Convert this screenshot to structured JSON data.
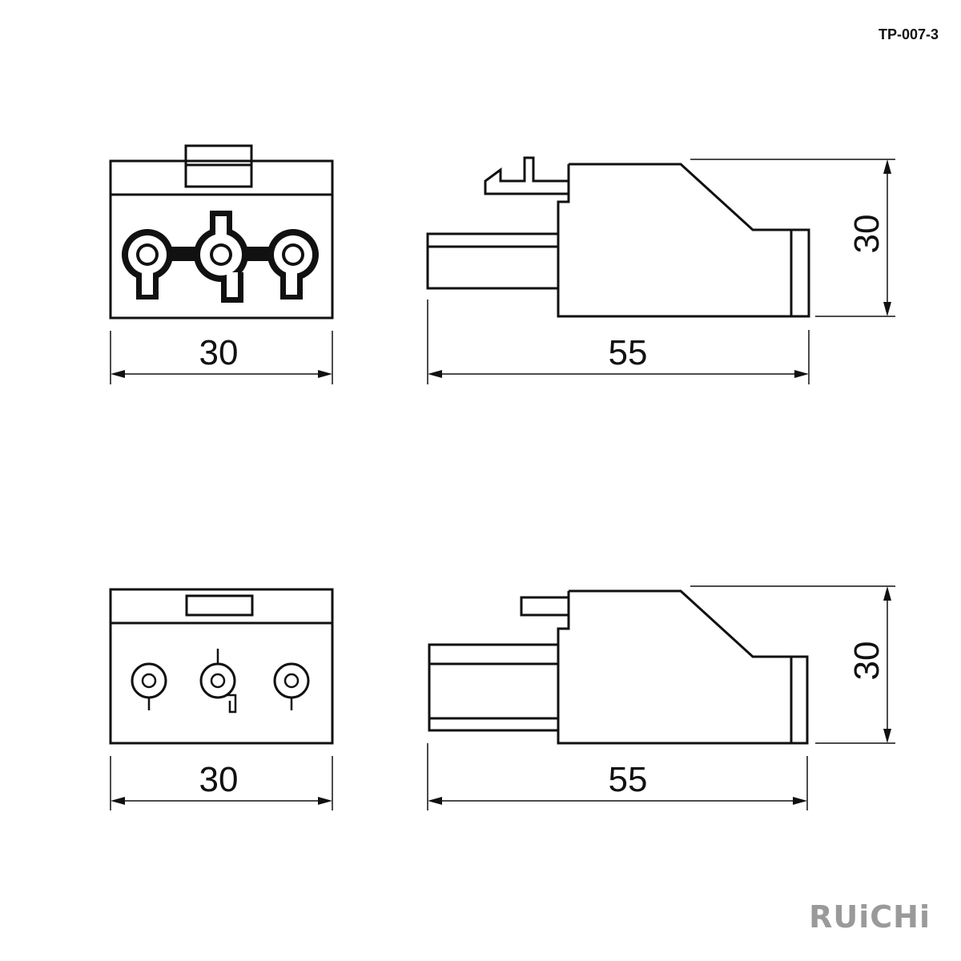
{
  "drawing": {
    "code": "TP-007-3",
    "brand": "RUiCHi",
    "top_row": {
      "front_width": "30",
      "side_length": "55",
      "side_height": "30"
    },
    "bottom_row": {
      "front_width": "30",
      "side_length": "55",
      "side_height": "30"
    }
  }
}
